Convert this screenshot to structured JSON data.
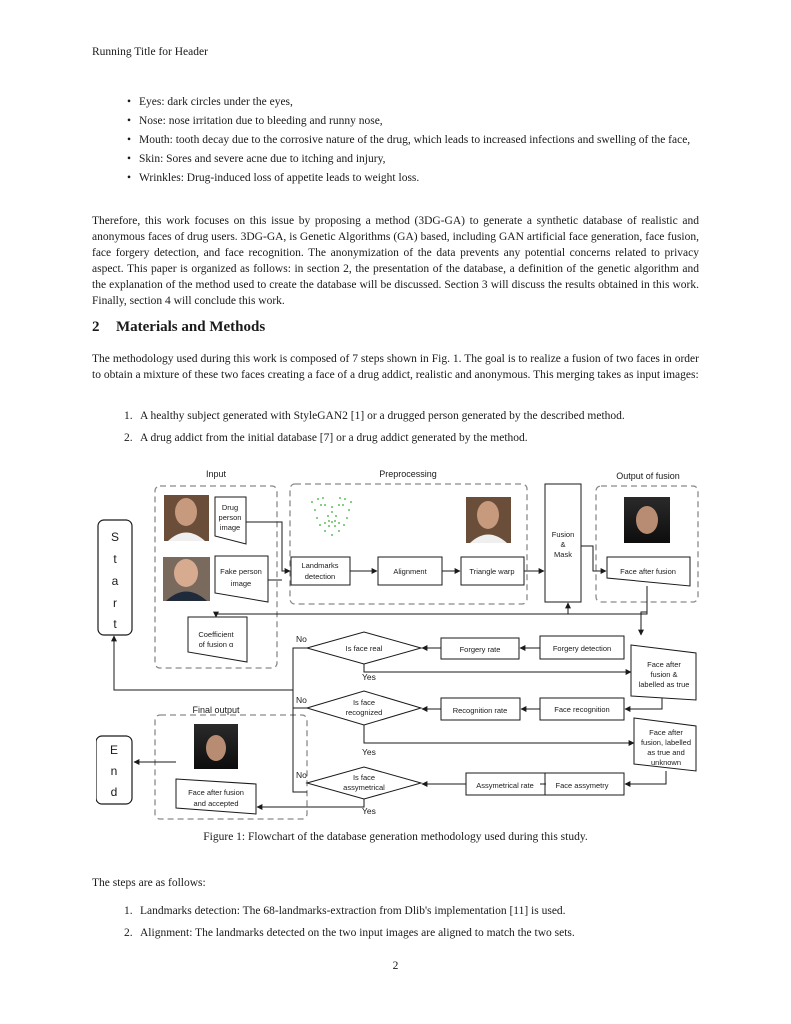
{
  "header": {
    "running_title": "Running Title for Header"
  },
  "symptoms": [
    "Eyes: dark circles under the eyes,",
    "Nose: nose irritation due to bleeding and runny nose,",
    "Mouth: tooth decay due to the corrosive nature of the drug, which leads to increased infections and swelling of the face,",
    "Skin: Sores and severe acne due to itching and injury,",
    "Wrinkles: Drug-induced loss of appetite leads to weight loss."
  ],
  "paragraph1": "Therefore, this work focuses on this issue by proposing a method (3DG-GA) to generate a synthetic database of realistic and anonymous faces of drug users. 3DG-GA, is Genetic Algorithms (GA) based, including GAN artificial face generation, face fusion, face forgery detection, and face recognition. The anonymization of the data prevents any potential concerns related to privacy aspect. This paper is organized as follows: in section 2, the presentation of the database, a definition of the genetic algorithm and the explanation of the method used to create the database will be discussed. Section 3 will discuss the results obtained in this work. Finally, section 4 will conclude this work.",
  "section": {
    "number": "2",
    "title": "Materials and Methods"
  },
  "paragraph2": "The methodology used during this work is composed of 7 steps shown in Fig. 1. The goal is to realize a fusion of two faces in order to obtain a mixture of these two faces creating a face of a drug addict, realistic and anonymous. This merging takes as input images:",
  "inputs": [
    {
      "n": "1.",
      "text": "A healthy subject generated with StyleGAN2 [1] or a drugged person generated by the described method."
    },
    {
      "n": "2.",
      "text": "A drug addict from the initial database [7] or a drug addict generated by the method."
    }
  ],
  "figure": {
    "labels": {
      "input": "Input",
      "preprocessing": "Preprocessing",
      "output_of_fusion": "Output of fusion",
      "final_output": "Final output",
      "drug_person_image": [
        "Drug",
        "person",
        "image"
      ],
      "fake_person_image": [
        "Fake person",
        "image"
      ],
      "coefficient": [
        "Coefficient",
        "of fusion α"
      ],
      "landmarks_detection": [
        "Landmarks",
        "detection"
      ],
      "alignment": "Alignment",
      "triangle_warp": "Triangle warp",
      "fusion_mask": [
        "Fusion",
        "&",
        "Mask"
      ],
      "face_after_fusion": "Face after fusion",
      "forgery_detection": "Forgery detection",
      "forgery_rate": "Forgery rate",
      "is_face_real": "Is face real",
      "face_labelled_true": [
        "Face after",
        "fusion &",
        "labelled as true"
      ],
      "face_recognition": "Face recognition",
      "recognition_rate": "Recognition rate",
      "is_face_recognized": [
        "Is face",
        "recognized"
      ],
      "face_labelled_true_unknown": [
        "Face after",
        "fusion, labelled",
        "as true and",
        "unknown"
      ],
      "face_asymetry": "Face assymetry",
      "asymmetrical_rate": "Assymetrical rate",
      "is_face_asymmetrical": [
        "Is face",
        "assymetrical"
      ],
      "face_accepted": [
        "Face after fusion",
        "and accepted"
      ],
      "start_letters": [
        "S",
        "t",
        "a",
        "r",
        "t"
      ],
      "end_letters": [
        "E",
        "n",
        "d"
      ],
      "no": "No",
      "yes": "Yes"
    }
  },
  "caption": "Figure 1: Flowchart of the database generation methodology used during this study.",
  "paragraph3": "The steps are as follows:",
  "steps": [
    {
      "n": "1.",
      "text": "Landmarks detection: The 68-landmarks-extraction from Dlib's implementation [11] is used."
    },
    {
      "n": "2.",
      "text": "Alignment: The landmarks detected on the two input images are aligned to match the two sets."
    }
  ],
  "page_number": "2",
  "colors": {
    "text": "#1a1a1a",
    "dashed": "#8a8a8a",
    "landmark": "#2fae2f",
    "face_skin": "#c79a7e"
  }
}
